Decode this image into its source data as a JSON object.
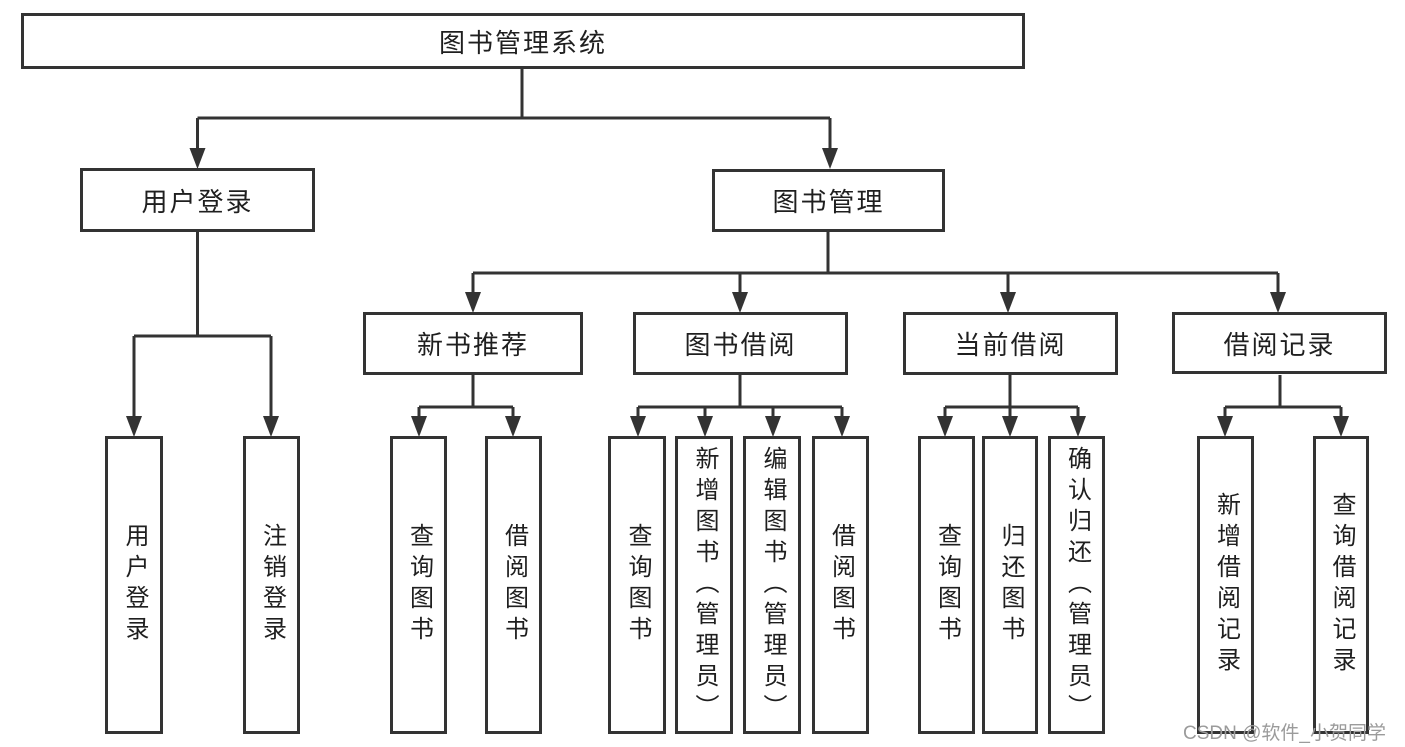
{
  "diagram": {
    "root": {
      "label": "图书管理系统"
    },
    "level2": [
      {
        "label": "用户登录"
      },
      {
        "label": "图书管理"
      }
    ],
    "level3": [
      {
        "label": "新书推荐"
      },
      {
        "label": "图书借阅"
      },
      {
        "label": "当前借阅"
      },
      {
        "label": "借阅记录"
      }
    ],
    "leaves": [
      {
        "label": "用户登录",
        "parent": "用户登录"
      },
      {
        "label": "注销登录",
        "parent": "用户登录"
      },
      {
        "label": "查询图书",
        "parent": "新书推荐"
      },
      {
        "label": "借阅图书",
        "parent": "新书推荐"
      },
      {
        "label": "查询图书",
        "parent": "图书借阅"
      },
      {
        "label": "新增图书（管理员）",
        "parent": "图书借阅"
      },
      {
        "label": "编辑图书（管理员）",
        "parent": "图书借阅"
      },
      {
        "label": "借阅图书",
        "parent": "图书借阅"
      },
      {
        "label": "查询图书",
        "parent": "当前借阅"
      },
      {
        "label": "归还图书",
        "parent": "当前借阅"
      },
      {
        "label": "确认归还（管理员）",
        "parent": "当前借阅"
      },
      {
        "label": "新增借阅记录",
        "parent": "借阅记录"
      },
      {
        "label": "查询借阅记录",
        "parent": "借阅记录"
      }
    ],
    "watermark": {
      "text": "CSDN @软件_小贺同学"
    },
    "colors": {
      "line": "#333333",
      "border": "#333333",
      "text": "#1f1f1f",
      "watermark": "#9b9b9b",
      "background": "#ffffff"
    }
  }
}
